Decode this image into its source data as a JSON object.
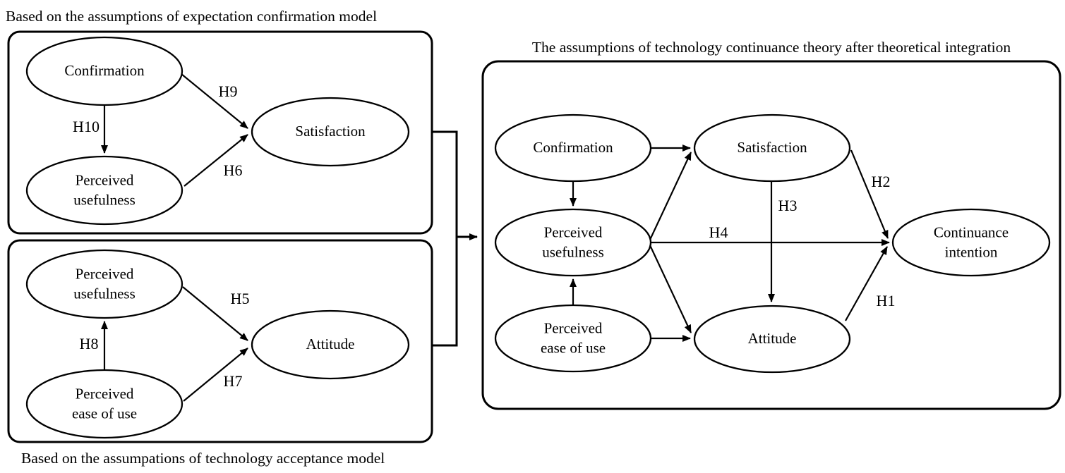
{
  "titles": {
    "ecm": "Based on the assumptions of expectation confirmation model",
    "tam": "Based on the assumpations of technology acceptance model",
    "tct": "The assumptions of technology continuance theory after theoretical integration"
  },
  "ecm": {
    "confirmation": "Confirmation",
    "satisfaction": "Satisfaction",
    "perceived_usefulness": "Perceived\nusefulness",
    "h9": "H9",
    "h10": "H10",
    "h6": "H6"
  },
  "tam": {
    "perceived_usefulness": "Perceived\nusefulness",
    "attitude": "Attitude",
    "perceived_ease_of_use": "Perceived\nease of use",
    "h5": "H5",
    "h8": "H8",
    "h7": "H7"
  },
  "tct": {
    "confirmation": "Confirmation",
    "satisfaction": "Satisfaction",
    "perceived_usefulness": "Perceived\nusefulness",
    "perceived_ease_of_use": "Perceived\nease of use",
    "attitude": "Attitude",
    "continuance_intention": "Continuance\nintention",
    "h1": "H1",
    "h2": "H2",
    "h3": "H3",
    "h4": "H4"
  },
  "colors": {
    "stroke": "#000000",
    "background": "#ffffff"
  }
}
